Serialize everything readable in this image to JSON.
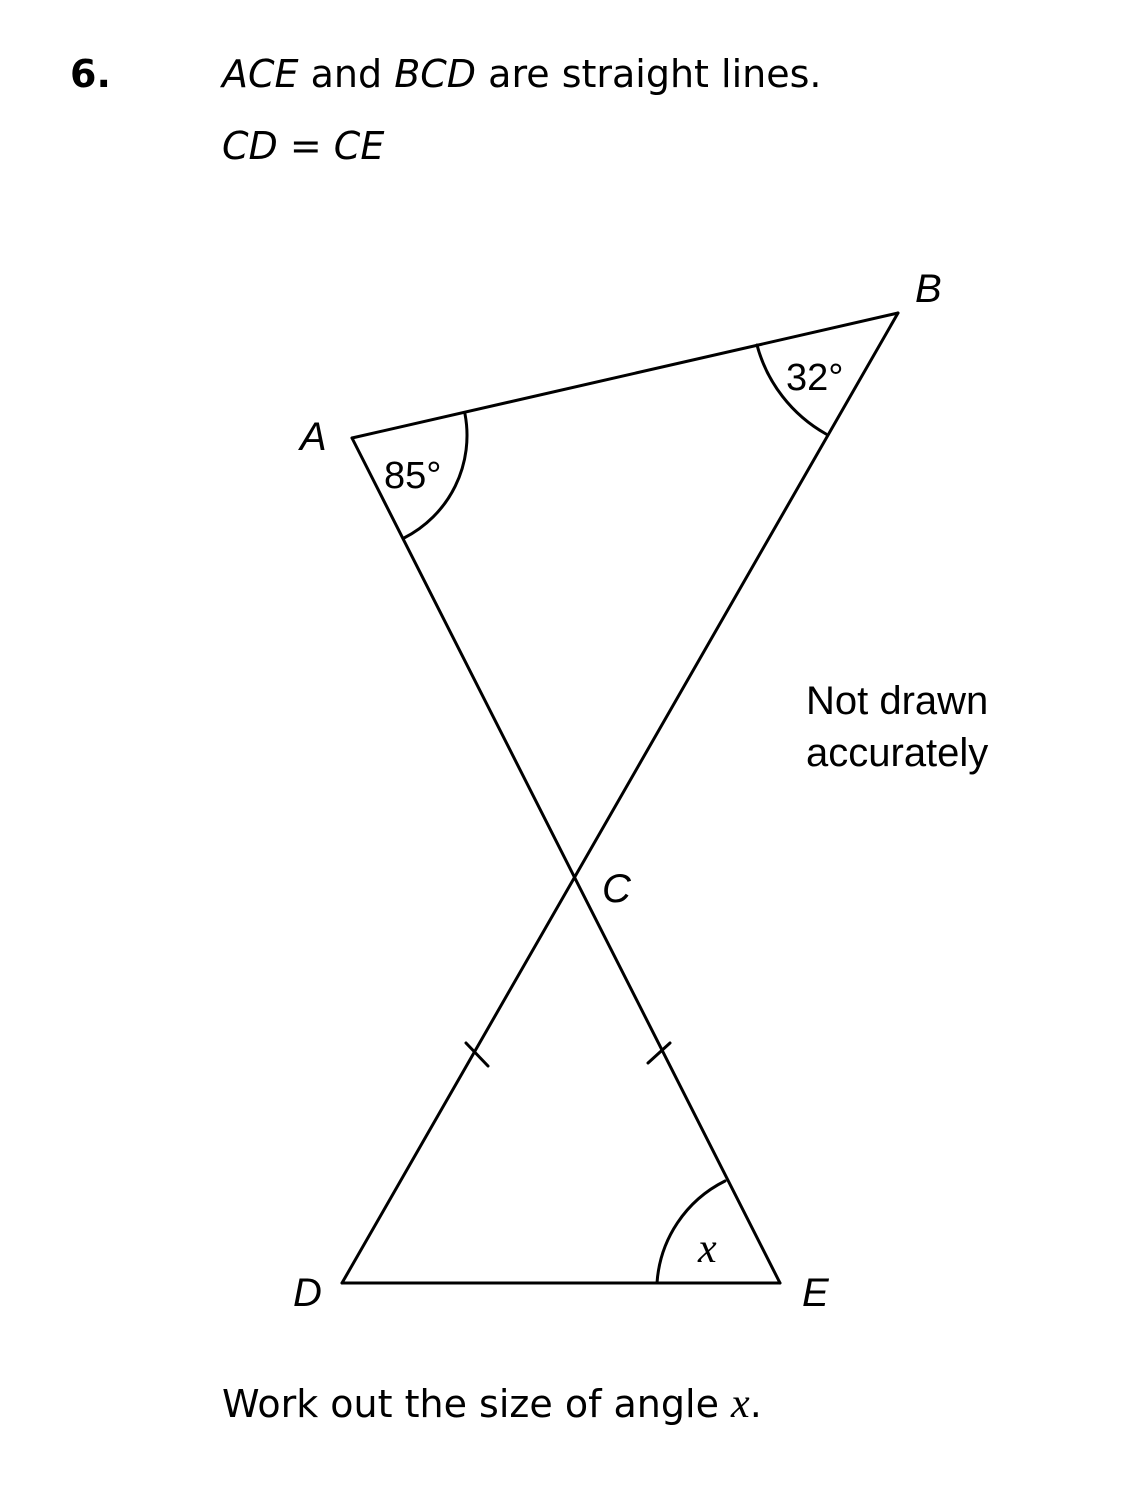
{
  "question": {
    "number": "6.",
    "stem_line1": {
      "part1": "ACE",
      "part2": " and ",
      "part3": "BCD",
      "part4": " are straight lines."
    },
    "stem_line2": "CD = CE",
    "prompt": {
      "text": "Work out the size of angle ",
      "variable": "x",
      "end": "."
    }
  },
  "diagram": {
    "vertices": {
      "A": "A",
      "B": "B",
      "C": "C",
      "D": "D",
      "E": "E"
    },
    "angles": {
      "at_A": "85°",
      "at_B": "32°",
      "at_E": "x"
    },
    "note_line1": "Not drawn",
    "note_line2": "accurately"
  }
}
